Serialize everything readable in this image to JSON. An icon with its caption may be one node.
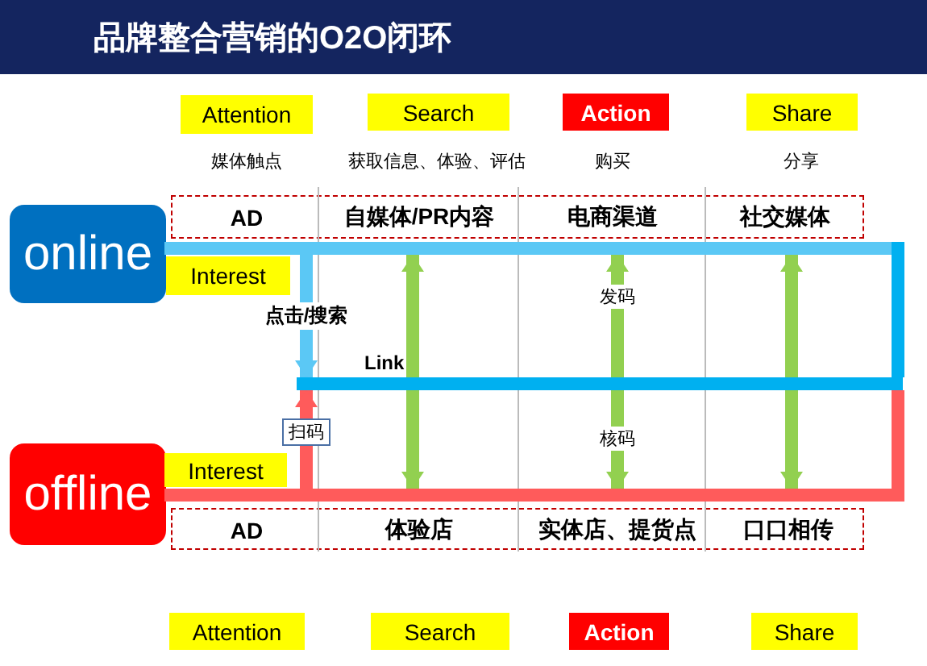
{
  "diagram": {
    "title": "品牌整合营销的O2O闭环",
    "nodes": [
      {
        "text": [
          "online"
        ]
      },
      {
        "text": [
          "offline"
        ]
      },
      {
        "text": [
          "Attention"
        ]
      },
      {
        "text": [
          "Search"
        ]
      },
      {
        "text": [
          "Action"
        ]
      },
      {
        "text": [
          "Share"
        ]
      },
      {
        "text": [
          "Attention"
        ]
      },
      {
        "text": [
          "Search"
        ]
      },
      {
        "text": [
          "Action"
        ]
      },
      {
        "text": [
          "Share"
        ]
      },
      {
        "text": [
          "AD"
        ]
      },
      {
        "text": [
          "自媒体/PR内容"
        ]
      },
      {
        "text": [
          "电商渠道"
        ]
      },
      {
        "text": [
          "社交媒体"
        ]
      },
      {
        "text": [
          "Interest"
        ]
      },
      {
        "text": [
          "Interest"
        ]
      },
      {
        "text": [
          "AD"
        ]
      },
      {
        "text": [
          "体验店"
        ]
      },
      {
        "text": [
          "实体店、提货点"
        ]
      },
      {
        "text": [
          "口口相传"
        ]
      },
      {
        "text": [],
        "shape": "bar"
      },
      {
        "text": [],
        "shape": "bar"
      },
      {
        "text": [],
        "shape": "bar",
        "beside": [
          "Link"
        ]
      }
    ],
    "edges": [
      {
        "from": 20,
        "to": 22,
        "arrow": "to",
        "label": "点击/搜索",
        "color": "#5bc8f5"
      },
      {
        "from": 21,
        "to": 22,
        "arrow": "to",
        "label": "扫码",
        "color": "#ff5b5b"
      },
      {
        "from": 20,
        "to": 21,
        "arrow": "both"
      },
      {
        "from": 22,
        "to": 20,
        "arrow": "to",
        "label": "发码"
      },
      {
        "from": 22,
        "to": 21,
        "arrow": "to",
        "label": "核码"
      },
      {
        "from": 20,
        "to": 21,
        "arrow": "both"
      },
      {
        "from": 20,
        "to": 22,
        "arrow": "none",
        "color": "#00b0f0"
      },
      {
        "from": 21,
        "to": 22,
        "arrow": "none",
        "color": "#ff5b5b"
      }
    ],
    "labels": [
      "媒体触点",
      "获取信息、体验、评估",
      "购买",
      "分享"
    ]
  }
}
